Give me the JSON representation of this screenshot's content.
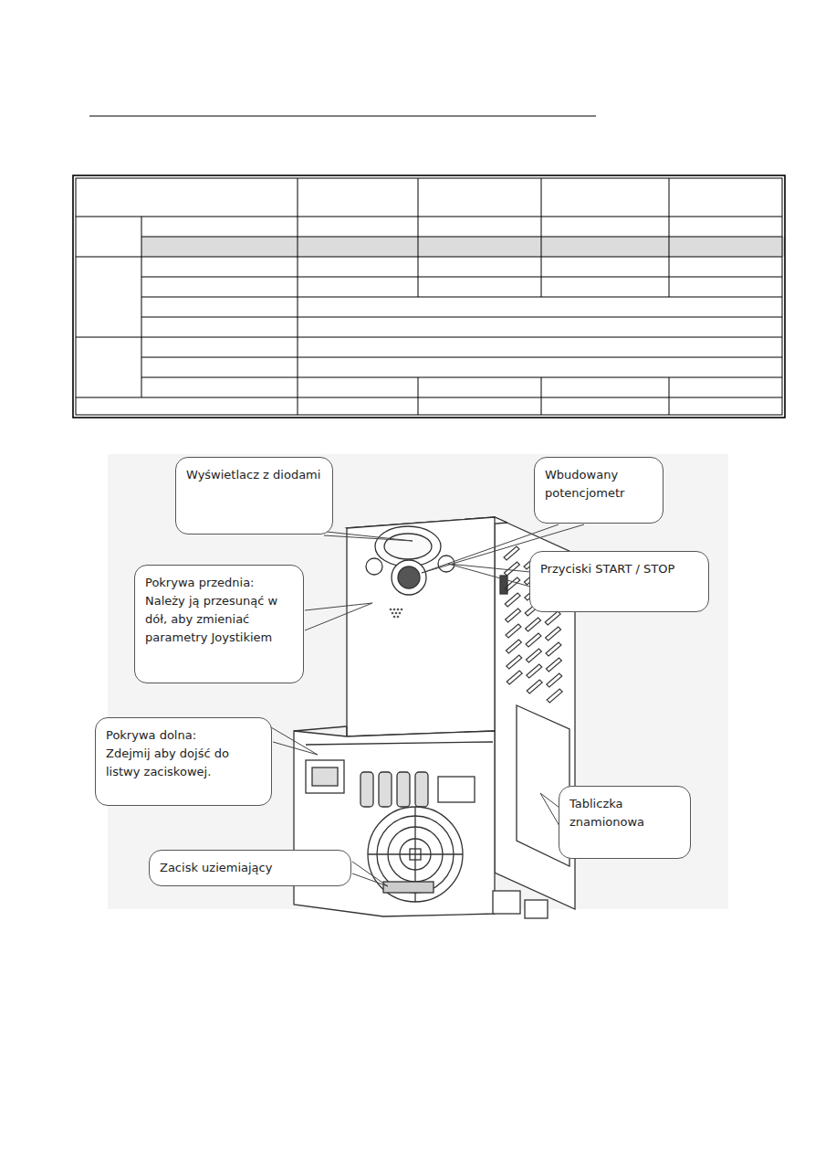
{
  "diagram": {
    "nodes": [
      {
        "text": [
          "Wyświetlacz z diodami"
        ]
      },
      {
        "text": [
          "Wbudowany potencjometr"
        ]
      },
      {
        "text": [
          "Przyciski START / STOP"
        ]
      },
      {
        "text": [
          "Pokrywa przednia:",
          "Należy ją przesunąć w dół, aby zmieniać parametry Joystikiem"
        ]
      },
      {
        "text": [
          "Pokrywa dolna:",
          "Zdejmij aby dojść do listwy zaciskowej."
        ]
      },
      {
        "text": [
          "Tabliczka znamionowa"
        ]
      },
      {
        "text": [
          "Zacisk uziemiający"
        ]
      }
    ]
  }
}
